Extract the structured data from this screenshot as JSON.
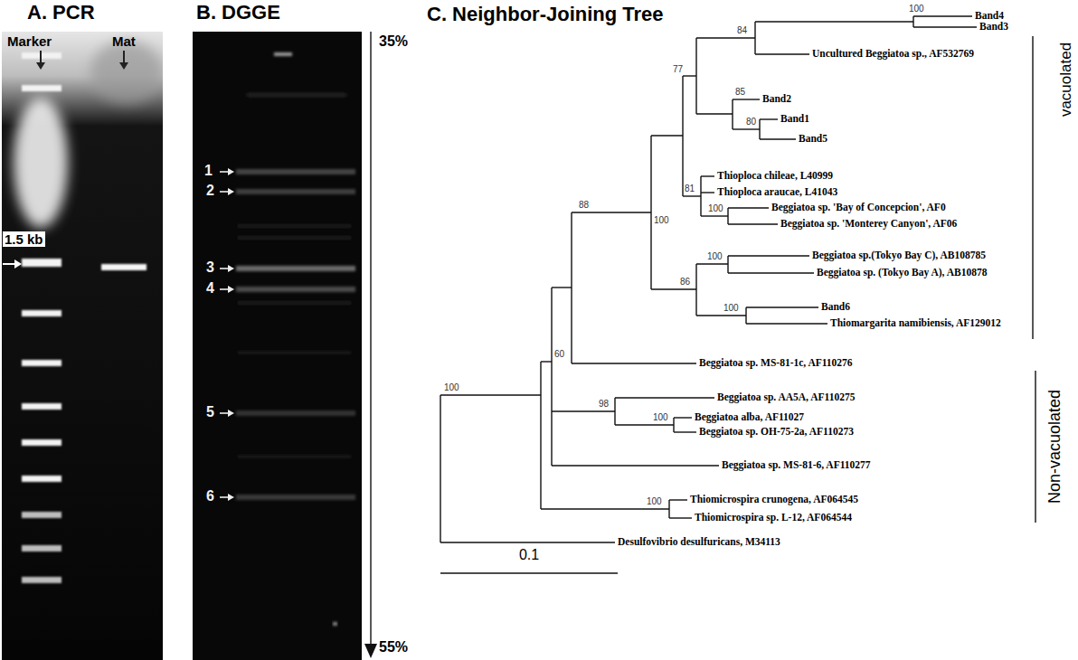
{
  "diagram": {
    "nodes": [
      {
        "text": [
          "A. PCR",
          "Marker",
          "Mat"
        ]
      },
      {
        "text": [
          "B. DGGE",
          "1",
          "2",
          "3",
          "4",
          "5",
          "6"
        ]
      }
    ],
    "labels": [
      "C. Neighbor-Joining Tree",
      "1.5 kb",
      "35%",
      "55%",
      "Band4",
      "Band3",
      "Uncultured Beggiatoa sp., AF532769",
      "Band2",
      "Band1",
      "Band5",
      "Thioploca chileae, L40999",
      "Thioploca araucae, L41043",
      "Beggiatoa sp. 'Bay of Concepcion', AF0",
      "Beggiatoa sp. 'Monterey Canyon', AF06",
      "Beggiatoa sp.(Tokyo Bay C), AB108785",
      "Beggiatoa sp. (Tokyo Bay A), AB10878",
      "Band6",
      "Thiomargarita namibiensis, AF129012",
      "Beggiatoa sp. MS-81-1c, AF110276",
      "Beggiatoa sp. AA5A, AF110275",
      "Beggiatoa alba, AF11027",
      "Beggiatoa sp. OH-75-2a, AF110273",
      "Beggiatoa sp. MS-81-6, AF110277",
      "Thiomicrospira crunogena, AF064545",
      "Thiomicrospira sp. L-12, AF064544",
      "Desulfovibrio desulfuricans, M34113",
      "100",
      "84",
      "77",
      "85",
      "80",
      "81",
      "100",
      "100",
      "86",
      "100",
      "100",
      "88",
      "98",
      "100",
      "60",
      "100",
      "100",
      "vacuolated",
      "Non-vacuolated",
      "0.1"
    ]
  }
}
